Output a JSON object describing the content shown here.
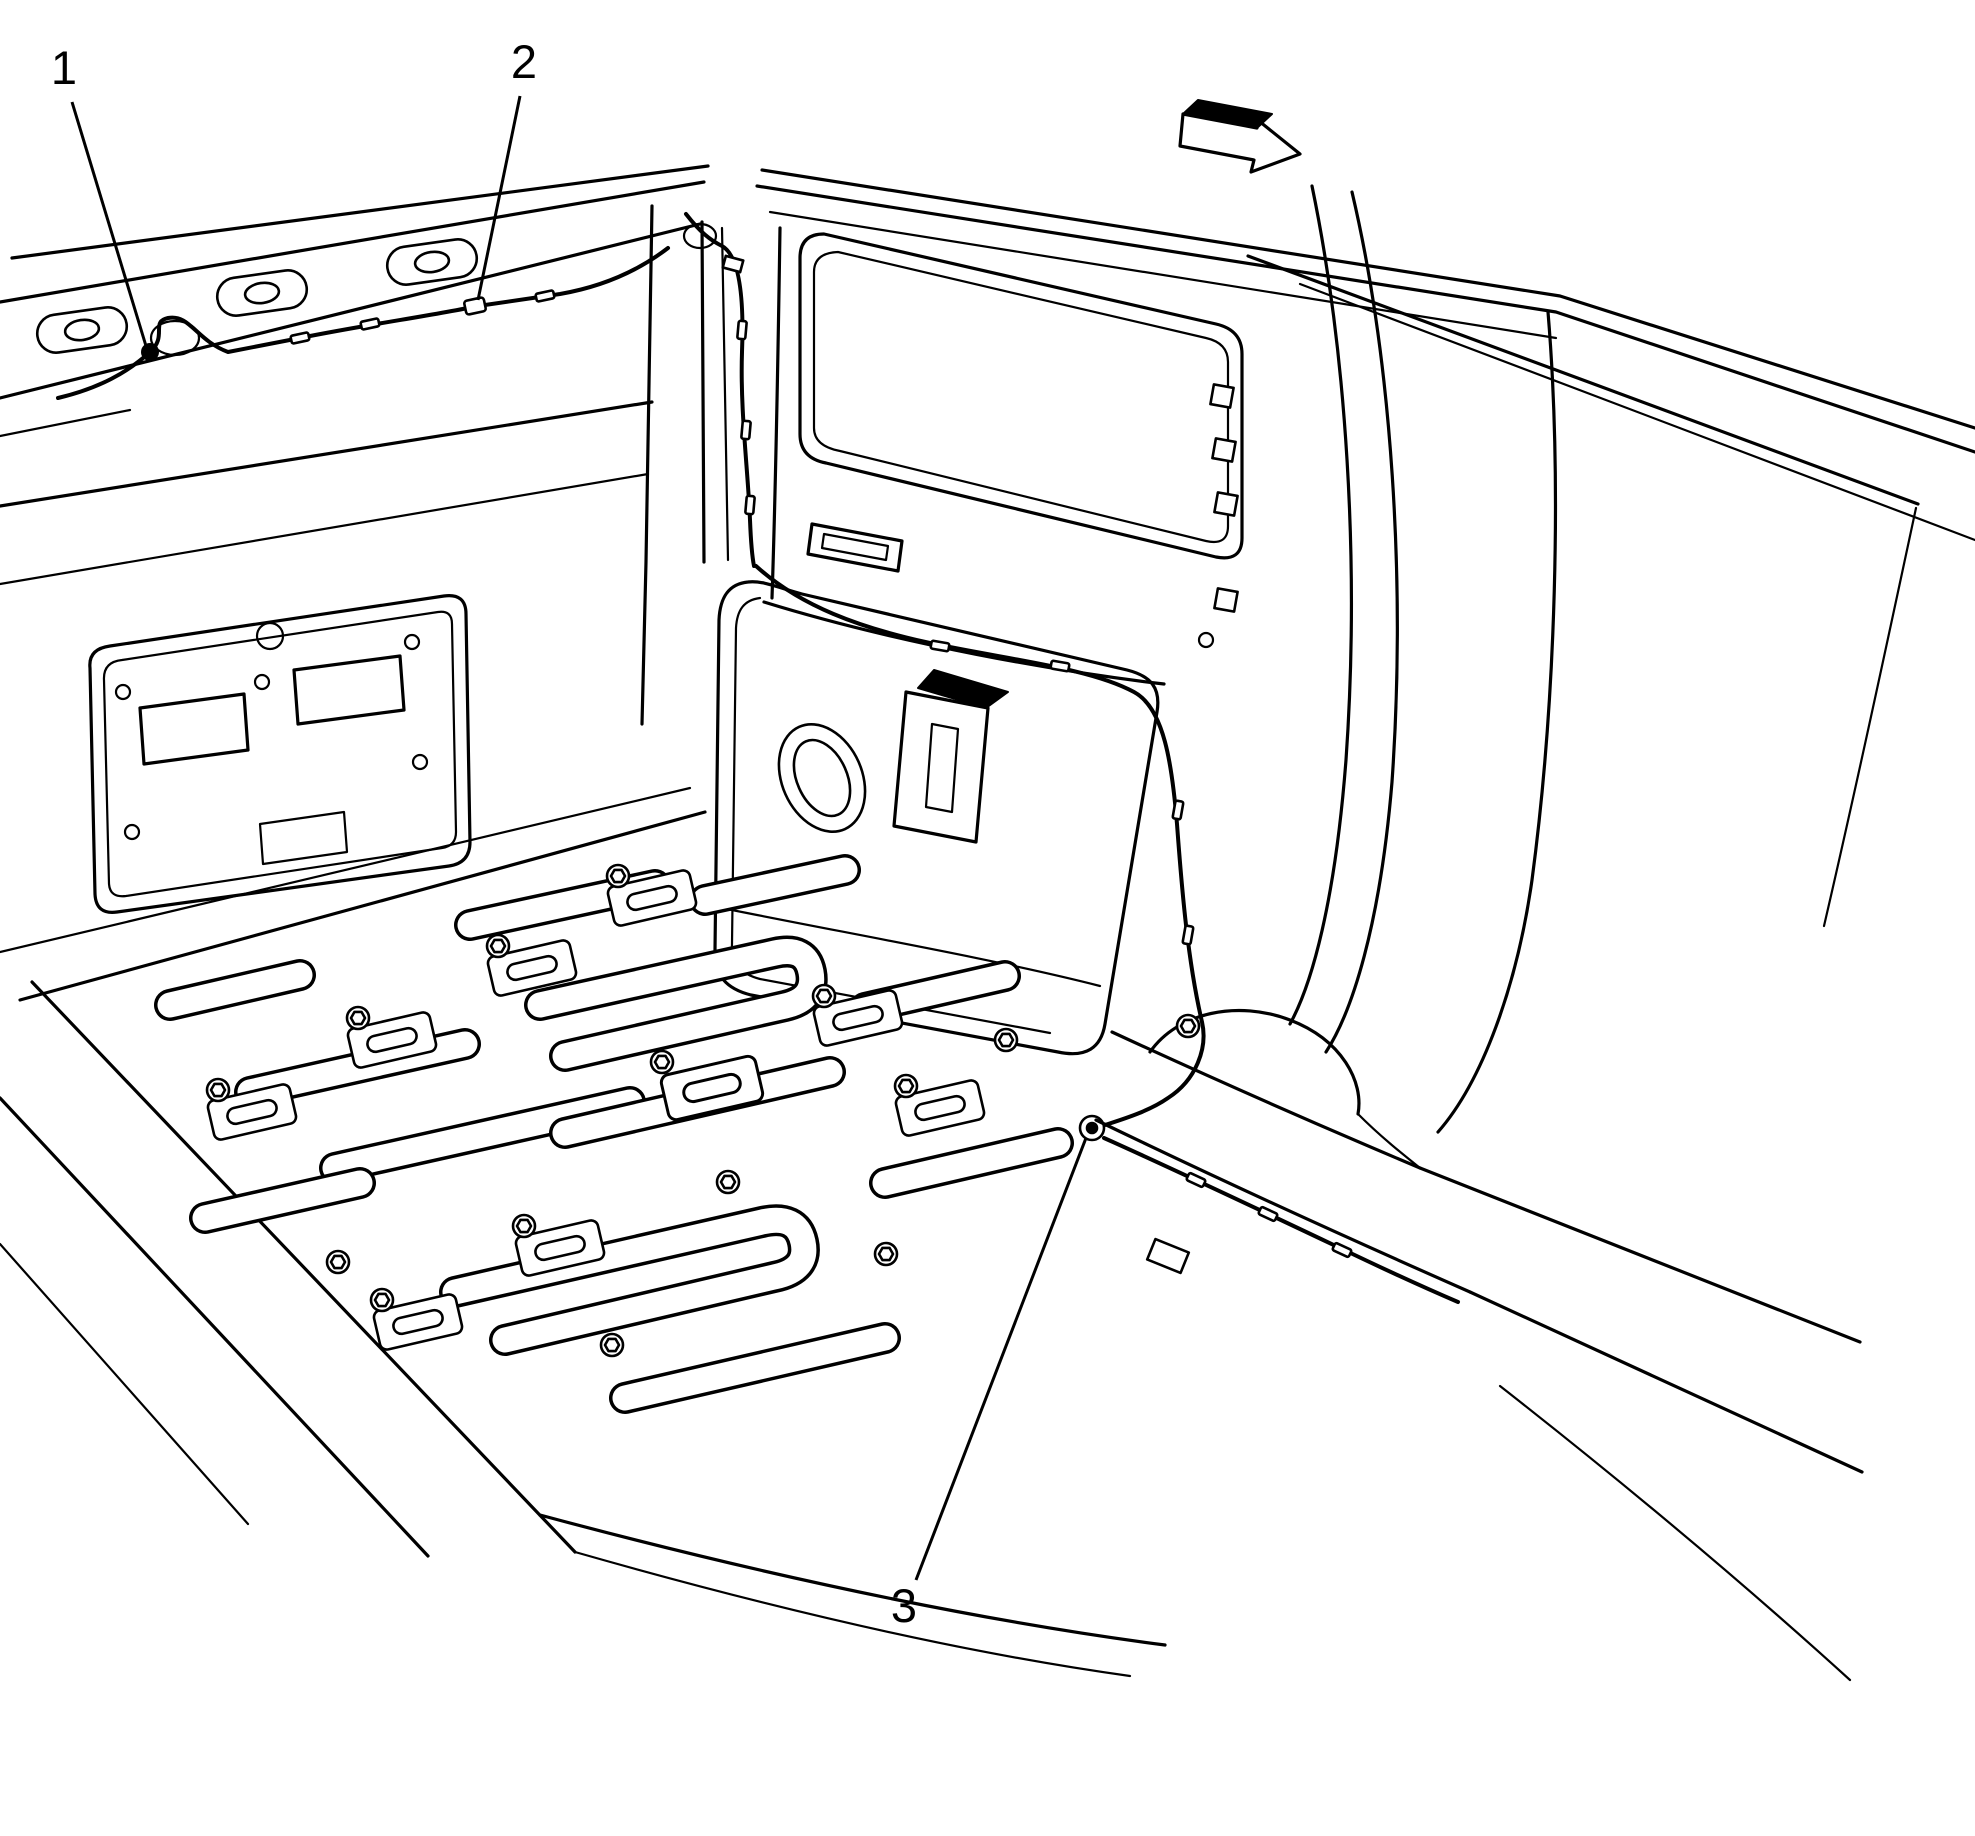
{
  "figure": {
    "type": "technical-line-art",
    "colors": {
      "line": "#000000",
      "background": "#ffffff"
    },
    "callouts": [
      {
        "label": "1"
      },
      {
        "label": "2"
      },
      {
        "label": "3"
      }
    ],
    "icons": {
      "direction_arrow": "vehicle-front-direction-arrow"
    }
  }
}
